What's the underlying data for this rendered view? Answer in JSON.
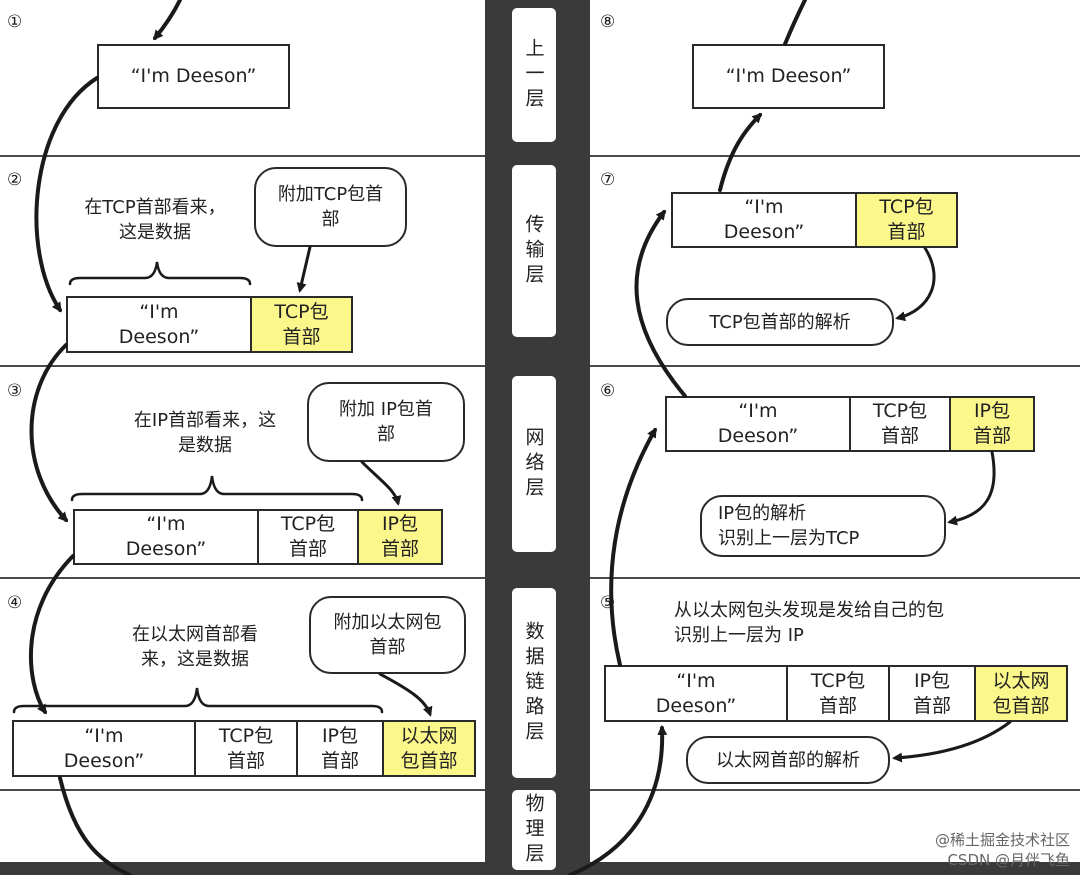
{
  "layers": [
    "上一层",
    "传输层",
    "网络层",
    "数据链路层",
    "物理层"
  ],
  "steps": {
    "s1": "①",
    "s2": "②",
    "s3": "③",
    "s4": "④",
    "s5": "⑤",
    "s6": "⑥",
    "s7": "⑦",
    "s8": "⑧"
  },
  "data_text": "“I'm Deeson”",
  "data_text_wrapped": "“I'm\nDeeson”",
  "headers": {
    "tcp": "TCP包\n首部",
    "ip": "IP包\n首部",
    "eth": "以太网\n包首部"
  },
  "left": {
    "tcp_note": "在TCP首部看来，\n这是数据",
    "tcp_bubble": "附加TCP包首\n部",
    "ip_note": "在IP首部看来，这\n是数据",
    "ip_bubble": "附加 IP包首\n部",
    "eth_note": "在以太网首部看\n来，这是数据",
    "eth_bubble": "附加以太网包\n首部"
  },
  "right": {
    "tcp_parse": "TCP包首部的解析",
    "ip_parse": "IP包的解析\n识别上一层为TCP",
    "eth_note": "从以太网包头发现是发给自己的包\n识别上一层为 IP",
    "eth_parse": "以太网首部的解析"
  },
  "watermark": "@稀土掘金技术社区\nCSDN @月伴飞鱼",
  "colors": {
    "header_yellow": "#fbf78b",
    "background": "#3a3a3a"
  }
}
